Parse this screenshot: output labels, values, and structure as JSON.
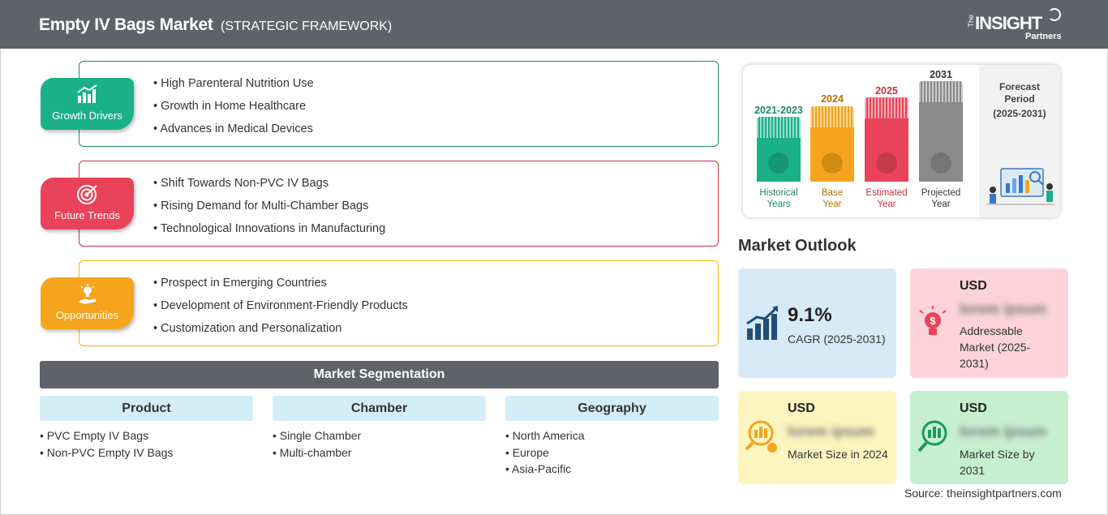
{
  "header": {
    "title": "Empty IV Bags Market",
    "subtitle": "(STRATEGIC FRAMEWORK)",
    "logo": {
      "the": "The",
      "insight": "INSIGHT",
      "partners": "Partners"
    }
  },
  "framework": [
    {
      "label": "Growth Drivers",
      "color": "#1ab08a",
      "border": "#1a8a6a",
      "icon": "growth-chart-icon",
      "items": [
        "High Parenteral Nutrition Use",
        "Growth in Home Healthcare",
        "Advances in Medical Devices"
      ]
    },
    {
      "label": "Future Trends",
      "color": "#e8435a",
      "border": "#c9303f",
      "icon": "target-icon",
      "items": [
        "Shift Towards Non-PVC IV Bags",
        "Rising Demand for Multi-Chamber Bags",
        "Technological Innovations in Manufacturing"
      ]
    },
    {
      "label": "Opportunities",
      "color": "#f5a41c",
      "border": "#f0b400",
      "icon": "lightbulb-hand-icon",
      "items": [
        "Prospect in Emerging Countries",
        "Development of Environment-Friendly Products",
        "Customization and Personalization"
      ]
    }
  ],
  "segmentation": {
    "title": "Market Segmentation",
    "columns": [
      {
        "heading": "Product",
        "items": [
          "PVC Empty IV Bags",
          "Non-PVC Empty IV Bags"
        ]
      },
      {
        "heading": "Chamber",
        "items": [
          "Single Chamber",
          "Multi-chamber"
        ]
      },
      {
        "heading": "Geography",
        "items": [
          "North America",
          "Europe",
          "Asia-Pacific"
        ]
      }
    ]
  },
  "timeline": {
    "bars": [
      {
        "year": "2021-2023",
        "label1": "Historical",
        "label2": "Years",
        "color": "#1ab08a",
        "year_color": "#1a8a6a",
        "icon": "history-clock-icon"
      },
      {
        "year": "2024",
        "label1": "Base",
        "label2": "Year",
        "color": "#f5a41c",
        "year_color": "#b86e00",
        "icon": "calendar-icon"
      },
      {
        "year": "2025",
        "label1": "Estimated",
        "label2": "Year",
        "color": "#e8435a",
        "year_color": "#c9303f",
        "icon": "estimate-gear-icon"
      },
      {
        "year": "2031",
        "label1": "Projected",
        "label2": "Year",
        "color": "#8a8a8a",
        "year_color": "#333333",
        "icon": "presentation-icon"
      }
    ],
    "forecast_title": "Forecast Period",
    "forecast_range": "(2025-2031)"
  },
  "outlook": {
    "title": "Market Outlook",
    "cagr": {
      "value": "9.1%",
      "label": "CAGR (2025-2031)",
      "bg": "#d6eaf8"
    },
    "addressable": {
      "usd": "USD",
      "value": "lorem ipsum",
      "label": "Addressable Market (2025-2031)",
      "bg": "#fbd3d8"
    },
    "size_2024": {
      "usd": "USD",
      "value": "lorem ipsum",
      "label": "Market Size in 2024",
      "bg": "#fdf5bf"
    },
    "size_2031": {
      "usd": "USD",
      "value": "lorem ipsum",
      "label": "Market Size by 2031",
      "bg": "#c6efcf"
    }
  },
  "source": "Source: theinsightpartners.com"
}
